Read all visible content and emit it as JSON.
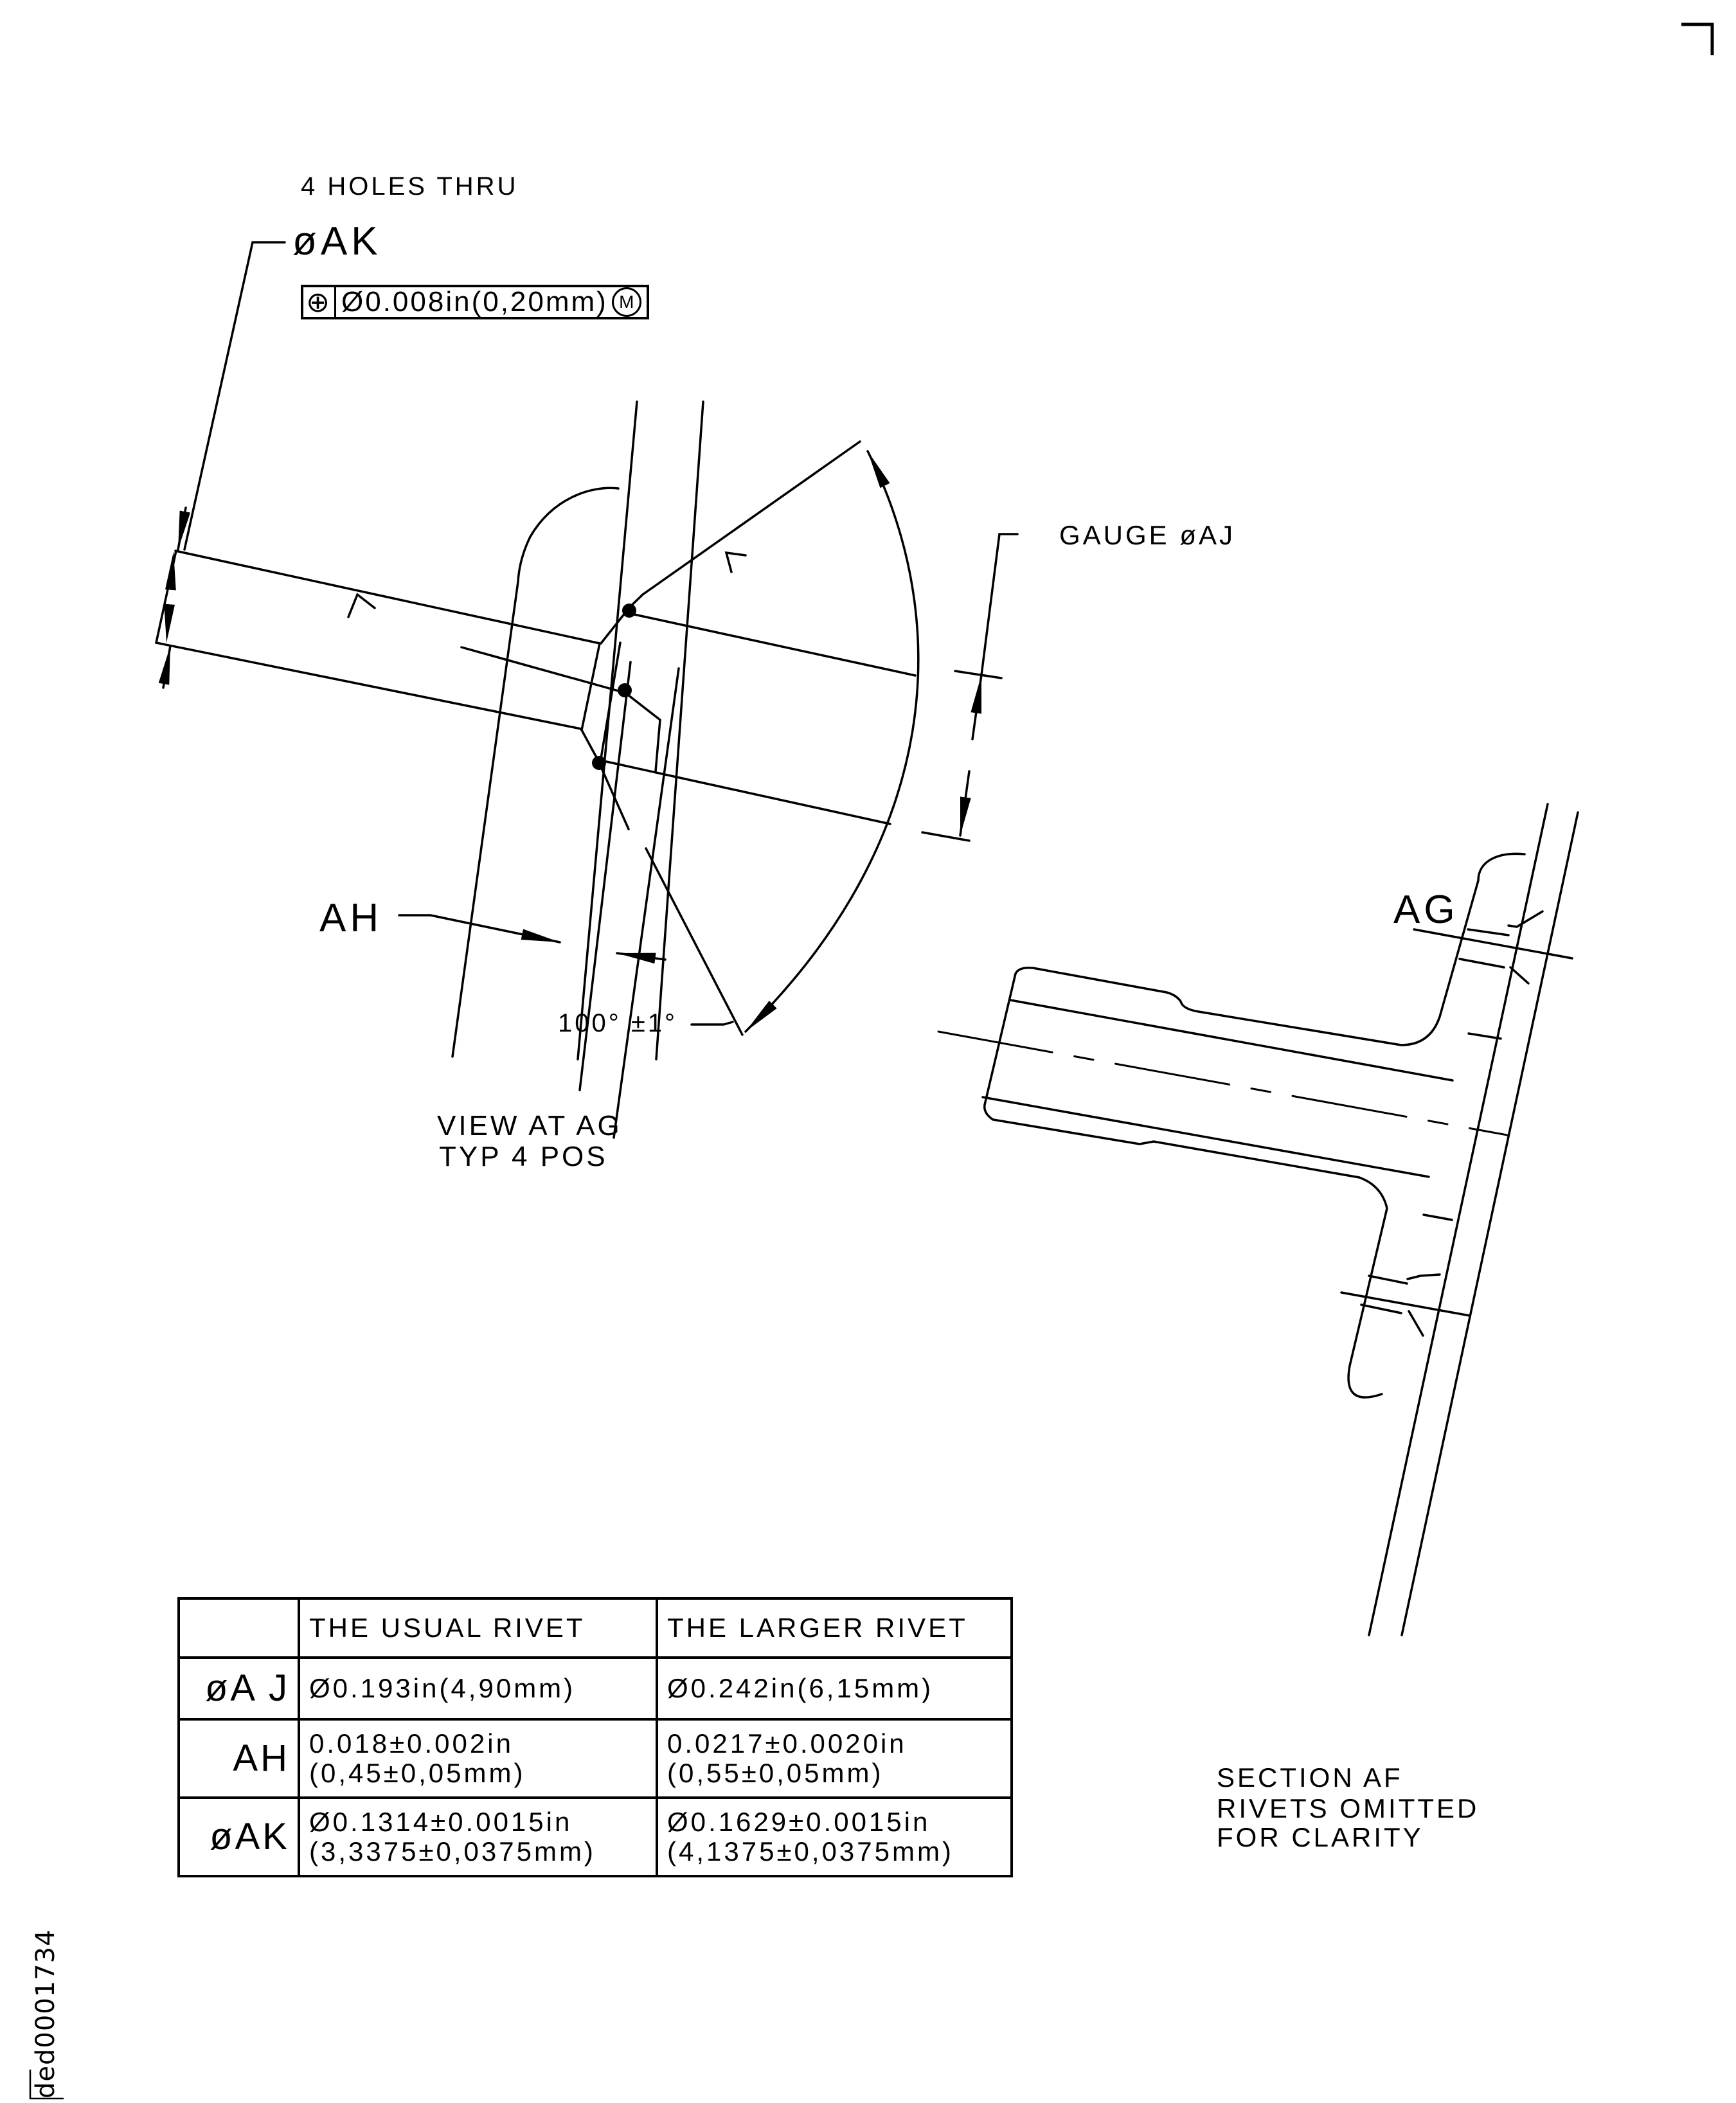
{
  "view_ag": {
    "note_holes": "4 HOLES THRU",
    "dim_ak_label": "øAK",
    "feature_control_frame": {
      "symbol": "⊕",
      "symbol_name": "position",
      "tolerance": "Ø0.008in(0,20mm)",
      "modifier": "M"
    },
    "gauge_label": "GAUGE øAJ",
    "dim_ah_label": "AH",
    "angle_label": "100° ±1°",
    "caption_line1": "VIEW AT AG",
    "caption_line2": "TYP 4 POS"
  },
  "section_af": {
    "detail_callout": "AG",
    "caption_line1": "SECTION AF",
    "caption_line2": "RIVETS OMITTED",
    "caption_line3": "FOR CLARITY"
  },
  "table": {
    "headers": [
      "",
      "THE USUAL RIVET",
      "THE LARGER RIVET"
    ],
    "rows": [
      {
        "label": "øA J",
        "usual": [
          "Ø0.193in(4,90mm)"
        ],
        "larger": [
          "Ø0.242in(6,15mm)"
        ]
      },
      {
        "label": "AH",
        "usual": [
          "0.018±0.002in",
          "(0,45±0,05mm)"
        ],
        "larger": [
          "0.0217±0.0020in",
          "(0,55±0,05mm)"
        ]
      },
      {
        "label": "øAK",
        "usual": [
          "Ø0.1314±0.0015in",
          "(3,3375±0,0375mm)"
        ],
        "larger": [
          "Ø0.1629±0.0015in",
          "(4,1375±0,0375mm)"
        ]
      }
    ]
  },
  "document_id": "ded0001734",
  "colors": {
    "ink": "#000000",
    "paper": "#ffffff"
  }
}
